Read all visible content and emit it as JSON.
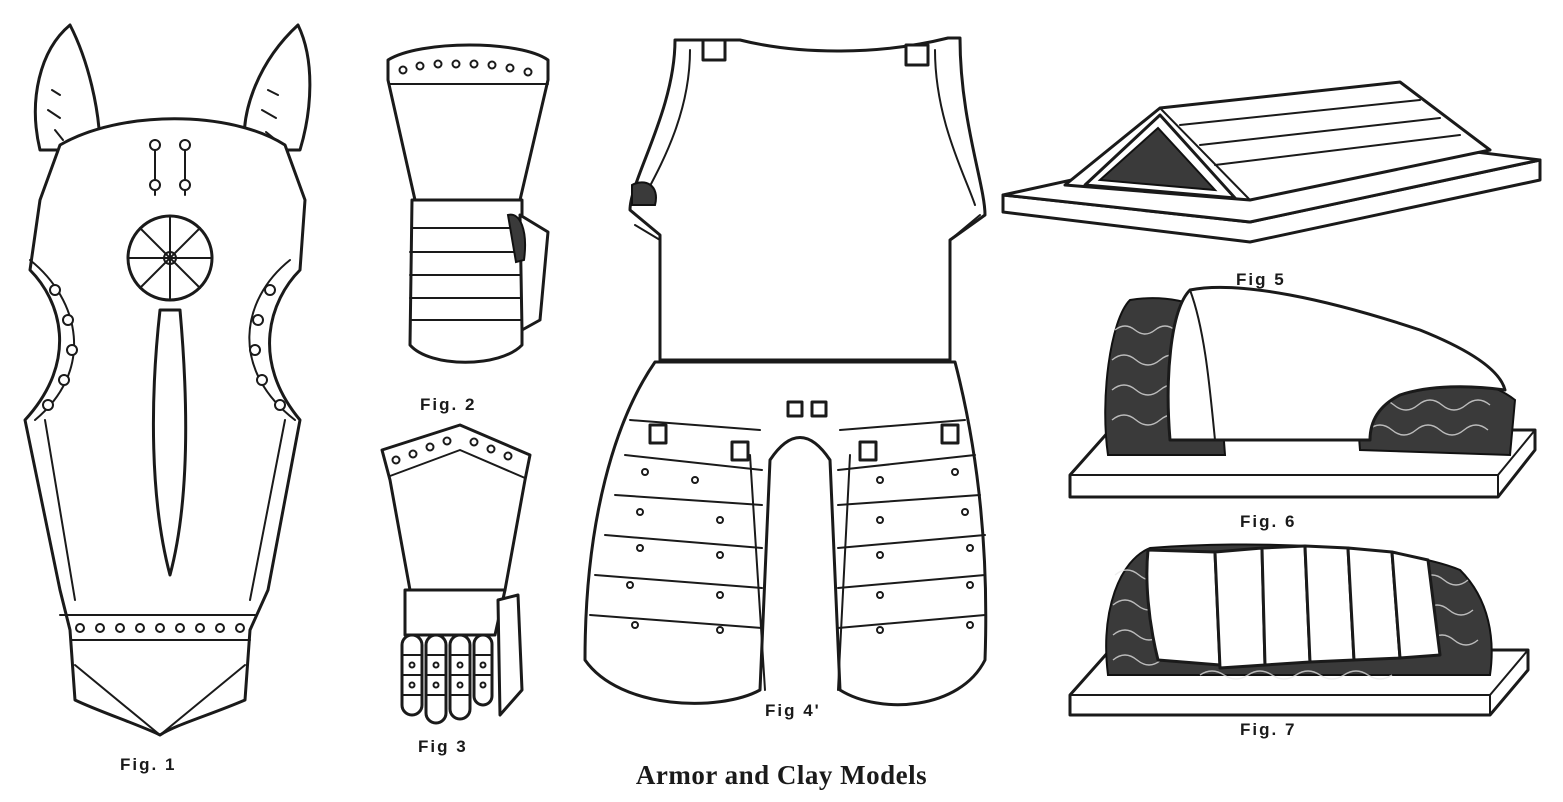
{
  "figures": {
    "fig1": {
      "label": "Fig. 1"
    },
    "fig2": {
      "label": "Fig. 2"
    },
    "fig3": {
      "label": "Fig 3"
    },
    "fig4": {
      "label": "Fig 4'"
    },
    "fig5": {
      "label": "Fig 5"
    },
    "fig6": {
      "label": "Fig. 6"
    },
    "fig7": {
      "label": "Fig. 7"
    }
  },
  "caption": "Armor and Clay Models",
  "colors": {
    "ink": "#1a1a1a",
    "paper": "#ffffff",
    "clay": "#3a3a3a"
  }
}
